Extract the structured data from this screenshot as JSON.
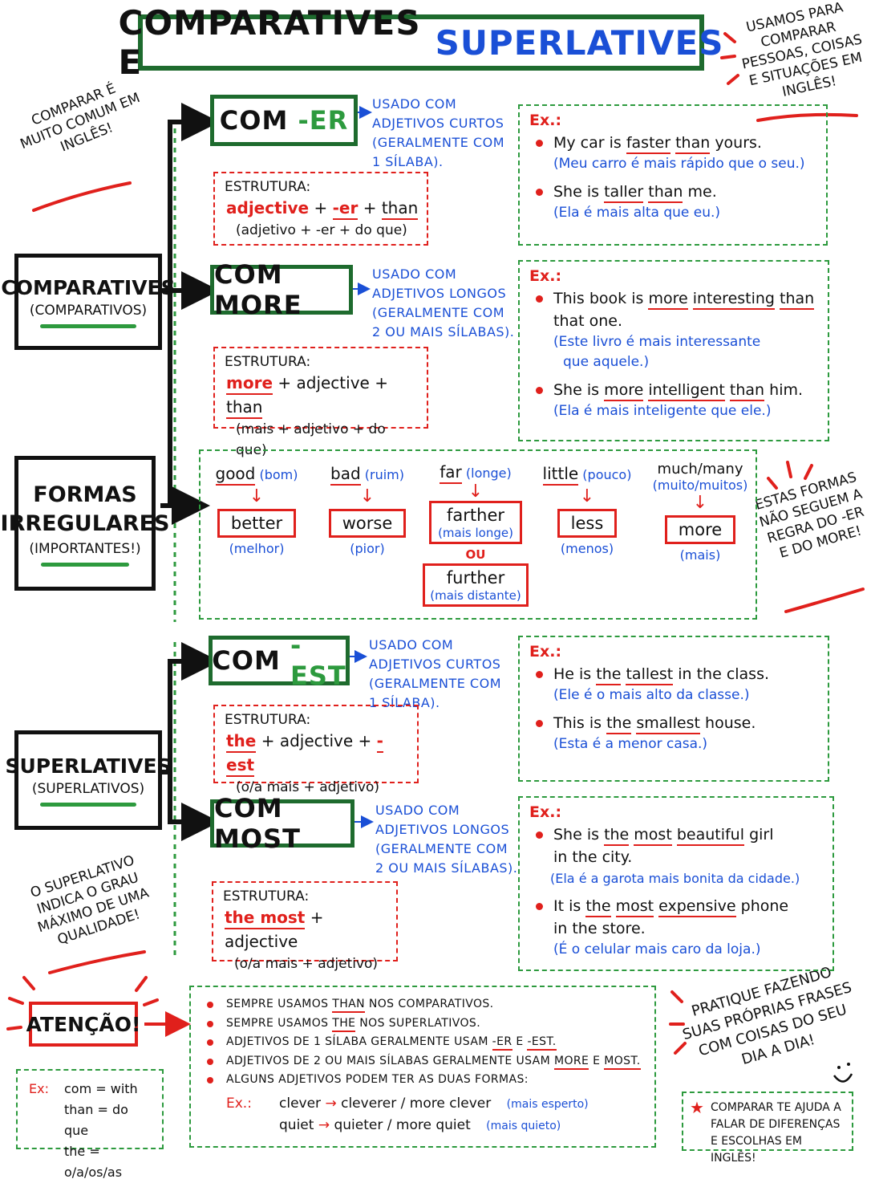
{
  "title": {
    "part1": "COMPARATIVES E",
    "part2": "SUPERLATIVES"
  },
  "notes": {
    "top_right": "USAMOS PARA COMPARAR PESSOAS, COISAS E SITUAÇÕES EM INGLÊS!",
    "top_left": "COMPARAR É MUITO COMUM EM INGLÊS!",
    "mid_right": "ESTAS FORMAS NÃO SEGUEM A REGRA DO -ER E DO MORE!",
    "low_left": "O SUPERLATIVO INDICA O GRAU MÁXIMO DE UMA QUALIDADE!",
    "practice": "PRATIQUE FAZENDO SUAS PRÓPRIAS FRASES COM COISAS DO SEU DIA A DIA!"
  },
  "categories": {
    "comparatives": {
      "main": "COMPARATIVES",
      "sub": "(COMPARATIVOS)"
    },
    "irregular": {
      "main1": "FORMAS",
      "main2": "IRREGULARES",
      "sub": "(IMPORTANTES!)"
    },
    "superlatives": {
      "main": "SUPERLATIVES",
      "sub": "(SUPERLATIVOS)"
    }
  },
  "com_er": {
    "heading_a": "COM",
    "heading_b": "-ER",
    "usage": [
      "USADO COM",
      "ADJETIVOS CURTOS",
      "(GERALMENTE COM",
      "1 SÍLABA)."
    ],
    "structure": {
      "label": "ESTRUTURA:",
      "f1": "adjective",
      "f2": "+",
      "f3": "-er",
      "f4": "+",
      "f5": "than",
      "trans": "(adjetivo + -er + do que)"
    },
    "ex_label": "Ex.:",
    "examples": [
      {
        "s1": "My car is",
        "u1": "faster",
        "u2": "than",
        "s2": "yours.",
        "tr": "(Meu carro é mais rápido que o seu.)"
      },
      {
        "s1": "She is",
        "u1": "taller",
        "u2": "than",
        "s2": "me.",
        "tr": "(Ela é mais alta que eu.)"
      }
    ]
  },
  "com_more": {
    "heading": "COM MORE",
    "usage": [
      "USADO COM",
      "ADJETIVOS LONGOS",
      "(GERALMENTE COM",
      "2 OU MAIS SÍLABAS)."
    ],
    "structure": {
      "label": "ESTRUTURA:",
      "f1": "more",
      "f2": "+ adjective +",
      "f3": "than",
      "trans": "(mais + adjetivo + do que)"
    },
    "ex_label": "Ex.:",
    "examples": [
      {
        "s1": "This book is",
        "u1": "more",
        "u2": "interesting",
        "u3": "than",
        "s2": "that one.",
        "tr1": "(Este livro é mais interessante",
        "tr2": "que aquele.)"
      },
      {
        "s1": "She is",
        "u1": "more",
        "u2": "intelligent",
        "u3": "than",
        "s2": "him.",
        "tr": "(Ela é mais inteligente que ele.)"
      }
    ]
  },
  "irregular_forms": [
    {
      "base": "good",
      "base_tr": "(bom)",
      "result": "better",
      "result_tr": "(melhor)"
    },
    {
      "base": "bad",
      "base_tr": "(ruim)",
      "result": "worse",
      "result_tr": "(pior)"
    },
    {
      "base": "far",
      "base_tr": "(longe)",
      "result": "farther",
      "result_tr": "(mais longe)",
      "or": "OU",
      "alt": "further",
      "alt_tr": "(mais distante)"
    },
    {
      "base": "little",
      "base_tr": "(pouco)",
      "result": "less",
      "result_tr": "(menos)"
    },
    {
      "base": "much/many",
      "base_tr": "(muito/muitos)",
      "result": "more",
      "result_tr": "(mais)"
    }
  ],
  "com_est": {
    "heading_a": "COM",
    "heading_b": "-EST",
    "usage": [
      "USADO COM",
      "ADJETIVOS CURTOS",
      "(GERALMENTE COM",
      "1 SÍLABA)."
    ],
    "structure": {
      "label": "ESTRUTURA:",
      "f1": "the",
      "f2": "+ adjective +",
      "f3": "-est",
      "trans": "(o/a mais + adjetivo)"
    },
    "ex_label": "Ex.:",
    "examples": [
      {
        "s1": "He is",
        "u1": "the",
        "u2": "tallest",
        "s2": "in the class.",
        "tr": "(Ele é o mais alto da classe.)"
      },
      {
        "s1": "This is",
        "u1": "the",
        "u2": "smallest",
        "s2": "house.",
        "tr": "(Esta é a menor casa.)"
      }
    ]
  },
  "com_most": {
    "heading": "COM MOST",
    "usage": [
      "USADO COM",
      "ADJETIVOS LONGOS",
      "(GERALMENTE COM",
      "2 OU MAIS SÍLABAS)."
    ],
    "structure": {
      "label": "ESTRUTURA:",
      "f1": "the most",
      "f2": "+ adjective",
      "trans": "(o/a mais + adjetivo)"
    },
    "ex_label": "Ex.:",
    "examples": [
      {
        "s1": "She is",
        "u1": "the",
        "u2": "most",
        "u3": "beautiful",
        "s2": "girl",
        "s3": "in the city.",
        "tr": "(Ela é a garota mais bonita da cidade.)"
      },
      {
        "s1": "It is",
        "u1": "the",
        "u2": "most",
        "u3": "expensive",
        "s2": "phone",
        "s3": "in the store.",
        "tr": "(É o celular mais caro da loja.)"
      }
    ]
  },
  "attention": {
    "label": "ATENÇÃO!",
    "ex_label": "Ex:",
    "ex_lines": [
      "com = with",
      "than = do que",
      "the = o/a/os/as"
    ],
    "rows": [
      {
        "a": "SEMPRE USAMOS",
        "u": "THAN",
        "b": "NOS COMPARATIVOS."
      },
      {
        "a": "SEMPRE USAMOS",
        "u": "THE",
        "b": "NOS SUPERLATIVOS."
      },
      {
        "a": "ADJETIVOS DE 1 SÍLABA GERALMENTE USAM",
        "u": "-ER",
        "b": "E",
        "u2": "-EST."
      },
      {
        "a": "ADJETIVOS DE 2 OU MAIS SÍLABAS GERALMENTE USAM",
        "u": "MORE",
        "b": "E",
        "u2": "MOST."
      },
      {
        "a": "ALGUNS ADJETIVOS PODEM TER AS DUAS FORMAS:",
        "u": "",
        "b": ""
      }
    ],
    "examples": {
      "label": "Ex.:",
      "e1_a": "clever",
      "e1_b": "cleverer / more clever",
      "e1_tr": "(mais esperto)",
      "e2_a": "quiet",
      "e2_b": "quieter / more quiet",
      "e2_tr": "(mais quieto)"
    }
  },
  "tip": "COMPARAR TE AJUDA A FALAR DE DIFERENÇAS E ESCOLHAS EM INGLÊS!",
  "colors": {
    "green": "#1e6b2e",
    "red": "#e0201c",
    "blue": "#1a4fd6"
  }
}
